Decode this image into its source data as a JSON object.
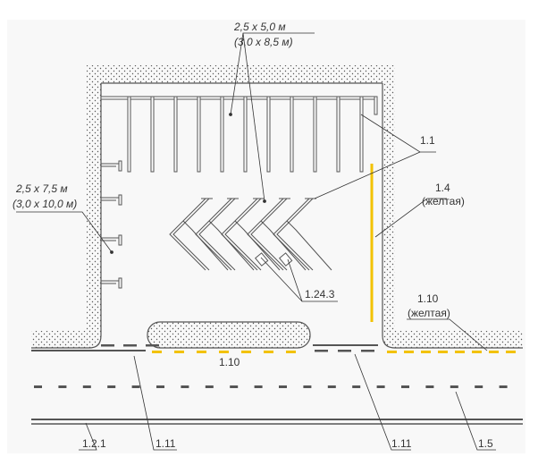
{
  "labels": {
    "top_size": "2,5  х 5,0 м",
    "top_size_alt": "(3,0  х 8,5 м)",
    "left_size": "2,5  х 7,5 м",
    "left_size_alt": "(3,0 х 10,0 м)",
    "m_1_1": "1.1",
    "m_1_4": "1.4",
    "m_1_4_note": "(желтая)",
    "m_1_24_3": "1.24.3",
    "m_1_10_right": "1.10",
    "m_1_10_right_note": "(желтая)",
    "m_1_10_center": "1.10",
    "m_1_2_1": "1.2.1",
    "m_1_11_left": "1.11",
    "m_1_11_right": "1.11",
    "m_1_5": "1.5"
  },
  "colors": {
    "yellow": "#f2c200",
    "line": "#555555",
    "background": "#f8f8f8"
  }
}
